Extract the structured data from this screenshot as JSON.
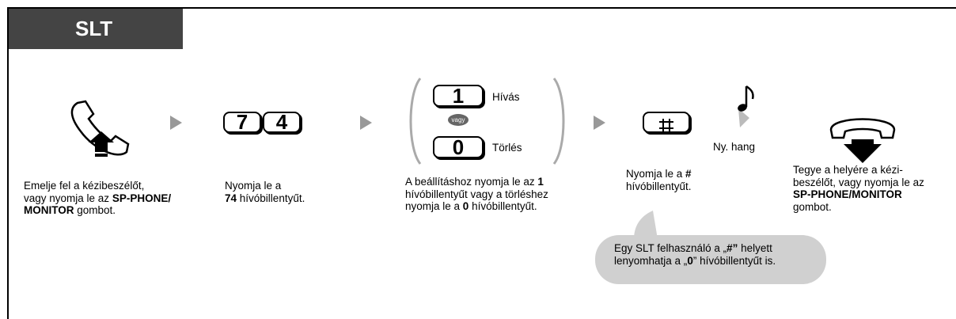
{
  "title": "SLT",
  "steps": {
    "s1": {
      "line1": "Emelje fel a kézibeszélőt,",
      "line2a": "vagy nyomja le az ",
      "line2b": "SP-PHONE/",
      "line3a": "MONITOR",
      "line3b": " gombot."
    },
    "s2": {
      "key_a": "7",
      "key_b": "4",
      "line1": "Nyomja le a",
      "line2a": "74",
      "line2b": " hívóbillentyűt."
    },
    "s3": {
      "key1": "1",
      "key1_label": "Hívás",
      "or_label": "vagy",
      "key0": "0",
      "key0_label": "Törlés",
      "line1a": "A beállításhoz nyomja le az ",
      "line1b": "1",
      "line2": "hívóbillentyűt vagy a törléshez",
      "line3a": "nyomja le a ",
      "line3b": "0",
      "line3c": " hívóbillentyűt."
    },
    "s4": {
      "tone_label": "Ny. hang",
      "line1a": "Nyomja le a ",
      "line1b": "#",
      "line2": "hívóbillentyűt."
    },
    "s5": {
      "line1": "Tegye a helyére a kézi-",
      "line2": "beszélőt, vagy nyomja le az",
      "line3": "SP-PHONE/MONITOR",
      "line4": "gombot."
    }
  },
  "note": {
    "line1a": "Egy SLT felhasználó a „",
    "line1b": "#”",
    "line1c": " helyett",
    "line2a": "lenyomhatja a „",
    "line2b": "0",
    "line2c": "” hívóbillentyűt is."
  }
}
